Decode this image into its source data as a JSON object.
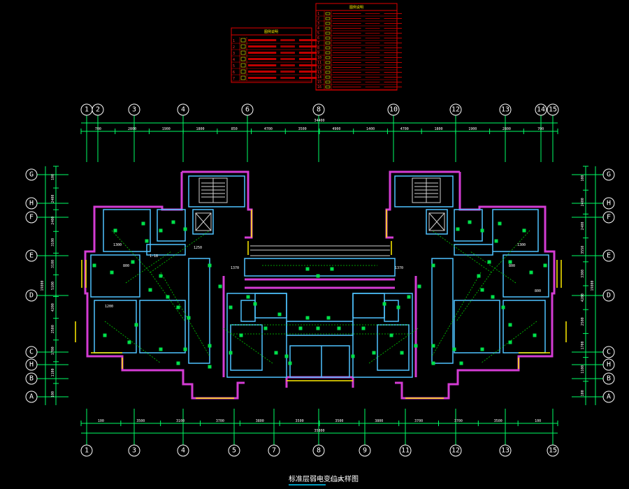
{
  "drawing": {
    "title": "标准层弱电变位大样图",
    "scale": "1:100"
  },
  "colors": {
    "background": "#000000",
    "axis_line": "#00ff66",
    "wall_main": "#d43cd4",
    "wall_core": "#4fc3ff",
    "window": "#ffee00",
    "device": "#00e04a",
    "legend": "#e00000"
  },
  "axes_top": [
    "1",
    "2",
    "3",
    "4",
    "6",
    "8",
    "10",
    "12",
    "13",
    "14",
    "15"
  ],
  "axes_bottom": [
    "1",
    "3",
    "4",
    "5",
    "7",
    "8",
    "9",
    "11",
    "12",
    "13",
    "15"
  ],
  "axes_left": [
    "G",
    "H",
    "F",
    "E",
    "D",
    "C",
    "H",
    "B",
    "A"
  ],
  "axes_right": [
    "G",
    "H",
    "F",
    "E",
    "D",
    "C",
    "H",
    "B",
    "A"
  ],
  "dims_top": [
    "700",
    "2800",
    "1900",
    "1800",
    "850",
    "4700",
    "3500",
    "4900",
    "1400",
    "4700",
    "1800",
    "1900",
    "2800",
    "700"
  ],
  "dims_top_total": "34400",
  "dims_bottom": [
    "100",
    "3500",
    "3100",
    "3700",
    "3800",
    "3500",
    "3500",
    "3800",
    "3700",
    "3700",
    "3500",
    "100"
  ],
  "dims_bottom_total": "35800",
  "dims_left": [
    "100",
    "2400",
    "2400",
    "3100",
    "3100",
    "5100",
    "4200",
    "2500",
    "1700",
    "1100",
    "100"
  ],
  "dims_left_total": "19800",
  "dims_right": [
    "100",
    "2400",
    "2400",
    "3550",
    "3300",
    "4200",
    "2500",
    "1700",
    "1100",
    "100"
  ],
  "dims_right_total": "19800",
  "legend_left": {
    "header": "图例说明",
    "rows": [
      "1",
      "2",
      "3",
      "4",
      "5",
      "6",
      "7"
    ]
  },
  "legend_right": {
    "header": "图例说明",
    "rows": [
      "1",
      "2",
      "3",
      "4",
      "5",
      "6",
      "7",
      "8",
      "9",
      "10",
      "11",
      "12",
      "13",
      "14",
      "15",
      "16"
    ]
  }
}
